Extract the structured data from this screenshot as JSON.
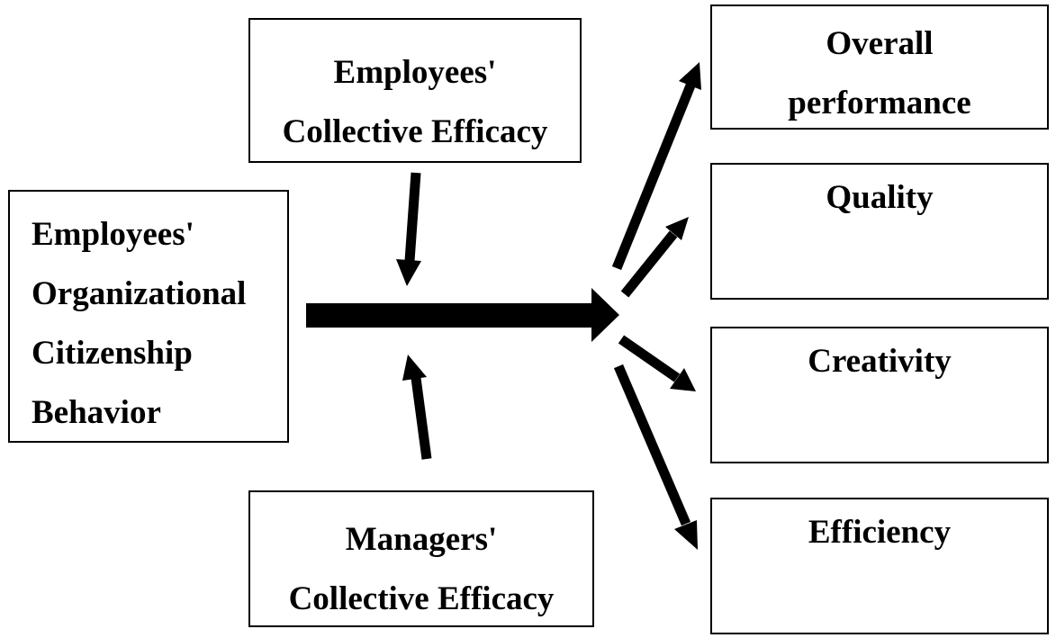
{
  "nodes": {
    "ocb": {
      "lines": [
        "Employees'",
        "Organizational",
        "Citizenship",
        "Behavior"
      ]
    },
    "employees_efficacy": {
      "lines": [
        "Employees'",
        "Collective Efficacy"
      ]
    },
    "managers_efficacy": {
      "lines": [
        "Managers'",
        "Collective Efficacy"
      ]
    },
    "overall_performance": {
      "lines": [
        "Overall",
        "performance"
      ]
    },
    "quality": {
      "label": "Quality"
    },
    "creativity": {
      "label": "Creativity"
    },
    "efficiency": {
      "label": "Efficiency"
    }
  },
  "colors": {
    "stroke": "#000000",
    "background": "#ffffff"
  }
}
